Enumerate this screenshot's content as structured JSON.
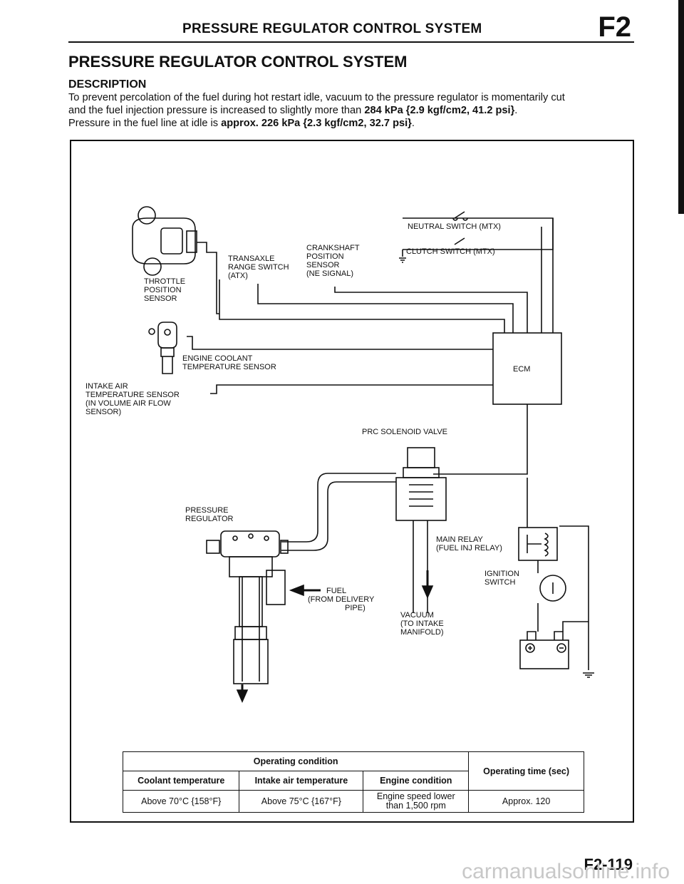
{
  "header": {
    "title": "PRESSURE REGULATOR CONTROL SYSTEM",
    "section_code": "F2"
  },
  "page_title": "PRESSURE REGULATOR CONTROL SYSTEM",
  "description": {
    "heading": "DESCRIPTION",
    "line1": "To prevent percolation of the fuel during hot restart idle, vacuum to the pressure regulator is momentarily cut",
    "line2_pre": "and the fuel injection pressure is increased to slightly more than ",
    "line2_bold": "284 kPa {2.9 kgf/cm2, 41.2 psi}",
    "line2_post": ".",
    "line3_pre": "Pressure in the fuel line at idle is ",
    "line3_bold": "approx. 226 kPa {2.3 kgf/cm2, 32.7 psi}",
    "line3_post": "."
  },
  "diagram": {
    "labels": {
      "neutral_switch": "NEUTRAL SWITCH (MTX)",
      "clutch_switch": "CLUTCH SWITCH (MTX)",
      "crankshaft_1": "CRANKSHAFT",
      "crankshaft_2": "POSITION",
      "crankshaft_3": "SENSOR",
      "crankshaft_4": "(NE SIGNAL)",
      "transaxle_1": "TRANSAXLE",
      "transaxle_2": "RANGE SWITCH",
      "transaxle_3": "(ATX)",
      "throttle_1": "THROTTLE",
      "throttle_2": "POSITION",
      "throttle_3": "SENSOR",
      "coolant_1": "ENGINE  COOLANT",
      "coolant_2": "TEMPERATURE SENSOR",
      "ecm": "ECM",
      "intake_1": "INTAKE AIR",
      "intake_2": "TEMPERATURE  SENSOR",
      "intake_3": "(IN  VOLUME  AIR FLOW",
      "intake_4": "SENSOR)",
      "prc_valve": "PRC SOLENOID VALVE",
      "regulator_1": "PRESSURE",
      "regulator_2": "REGULATOR",
      "main_relay_1": "MAIN RELAY",
      "main_relay_2": "(FUEL INJ RELAY)",
      "ignition_1": "IGNITION",
      "ignition_2": "SWITCH",
      "fuel_1": "FUEL",
      "fuel_2": "(FROM DELIVERY",
      "fuel_3": "PIPE)",
      "vacuum_1": "VACUUM",
      "vacuum_2": "(TO INTAKE",
      "vacuum_3": "MANIFOLD)"
    }
  },
  "table": {
    "group_header": "Operating condition",
    "time_header": "Operating time (sec)",
    "columns": [
      "Coolant temperature",
      "Intake air temperature",
      "Engine condition"
    ],
    "row": {
      "coolant": "Above 70°C {158°F}",
      "intake": "Above 75°C {167°F}",
      "engine_1": "Engine speed lower",
      "engine_2": "than 1,500 rpm",
      "time": "Approx. 120"
    }
  },
  "footer": {
    "page_code": "F2-119",
    "watermark": "carmanualsonline.info"
  }
}
